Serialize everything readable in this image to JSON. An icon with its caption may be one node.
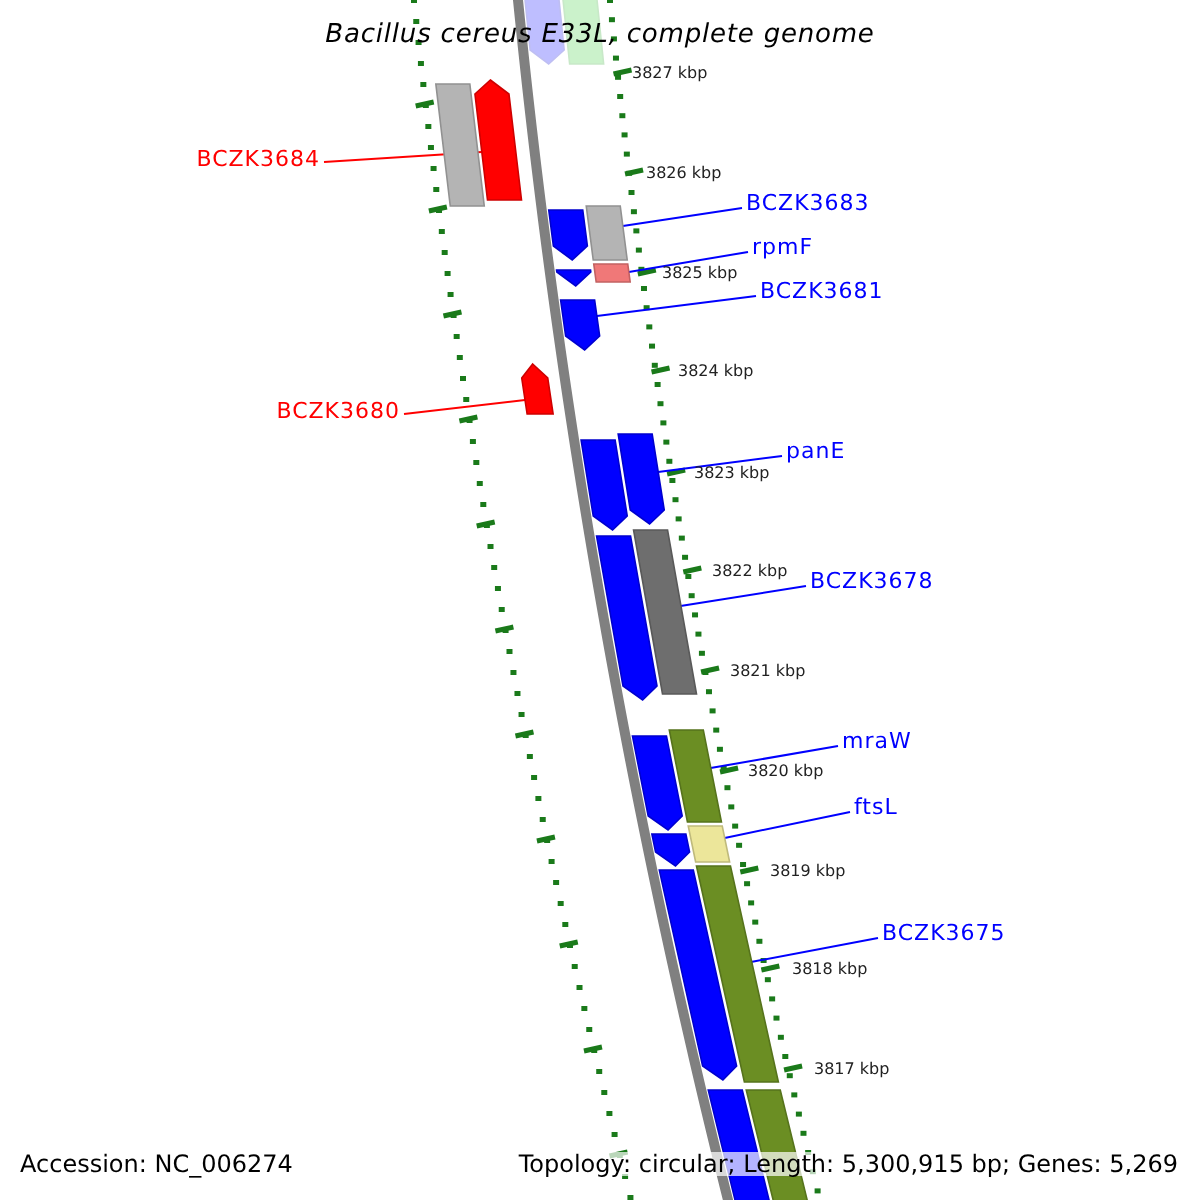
{
  "diagram": {
    "title": "Bacillus cereus E33L, complete genome",
    "nodes": [
      {
        "text": [
          "BCZK3684"
        ]
      },
      {
        "text": [],
        "shape": "arrow"
      },
      {
        "text": [
          "BCZK3683"
        ]
      },
      {
        "text": [],
        "shape": "box"
      },
      {
        "text": [
          "rpmF"
        ]
      },
      {
        "text": [],
        "shape": "box"
      },
      {
        "text": [
          "BCZK3681"
        ]
      },
      {
        "text": [],
        "shape": "arrow"
      },
      {
        "text": [
          "BCZK3680"
        ]
      },
      {
        "text": [],
        "shape": "arrow"
      },
      {
        "text": [
          "panE"
        ]
      },
      {
        "text": [],
        "shape": "arrow"
      },
      {
        "text": [
          "BCZK3678"
        ]
      },
      {
        "text": [],
        "shape": "box"
      },
      {
        "text": [
          "mraW"
        ]
      },
      {
        "text": [],
        "shape": "box"
      },
      {
        "text": [
          "ftsL"
        ]
      },
      {
        "text": [],
        "shape": "box"
      },
      {
        "text": [
          "BCZK3675"
        ]
      },
      {
        "text": [],
        "shape": "box"
      },
      {
        "text": [],
        "shape": "arrow"
      },
      {
        "text": [],
        "shape": "box"
      },
      {
        "text": [],
        "shape": "box"
      },
      {
        "text": [],
        "shape": "arrow"
      },
      {
        "text": [],
        "shape": "arrow"
      },
      {
        "text": [],
        "shape": "arrow"
      },
      {
        "text": [],
        "shape": "arrow"
      },
      {
        "text": [],
        "shape": "arrow"
      },
      {
        "text": [],
        "shape": "arrow"
      },
      {
        "text": [],
        "shape": "arrow"
      },
      {
        "text": [],
        "shape": "arrow"
      },
      {
        "text": [],
        "shape": "box"
      }
    ],
    "edges": [
      {
        "from": 0,
        "to": 1,
        "arrow": "none",
        "color": "#ff0000"
      },
      {
        "from": 2,
        "to": 3,
        "arrow": "none"
      },
      {
        "from": 4,
        "to": 5,
        "arrow": "none"
      },
      {
        "from": 6,
        "to": 7,
        "arrow": "none"
      },
      {
        "from": 8,
        "to": 9,
        "arrow": "none",
        "color": "#ff0000"
      },
      {
        "from": 10,
        "to": 11,
        "arrow": "none"
      },
      {
        "from": 12,
        "to": 13,
        "arrow": "none"
      },
      {
        "from": 14,
        "to": 15,
        "arrow": "none"
      },
      {
        "from": 16,
        "to": 17,
        "arrow": "none"
      },
      {
        "from": 18,
        "to": 19,
        "arrow": "none"
      }
    ],
    "labels": [
      "3827 kbp",
      "3826 kbp",
      "3825 kbp",
      "3824 kbp",
      "3823 kbp",
      "3822 kbp",
      "3821 kbp",
      "3820 kbp",
      "3819 kbp",
      "3818 kbp",
      "3817 kbp",
      "Accession: NC_006274",
      "Topology: circular; Length: 5,300,915 bp; Genes: 5,269"
    ]
  }
}
